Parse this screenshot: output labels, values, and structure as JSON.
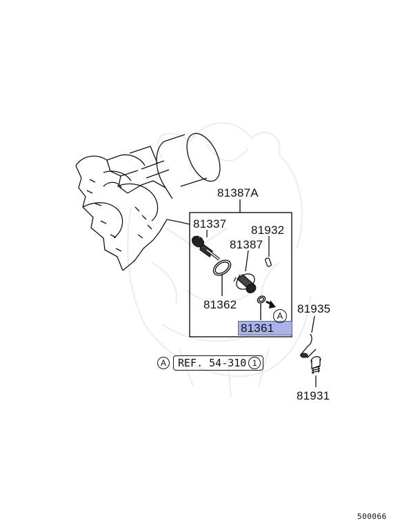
{
  "diagram": {
    "callouts": {
      "assembly": "81387A",
      "gear": "81337",
      "pin": "81932",
      "housing": "81387",
      "o_ring_large": "81362",
      "o_ring_small": "81361",
      "clamp": "81935",
      "bolt": "81931"
    },
    "highlighted_part": "81361",
    "highlight_color": "#a9b3ea",
    "reference": {
      "marker": "A",
      "text": "REF. 54-310",
      "circled_number": "1"
    },
    "arrow_marker": "A",
    "figure_code": "500066"
  }
}
